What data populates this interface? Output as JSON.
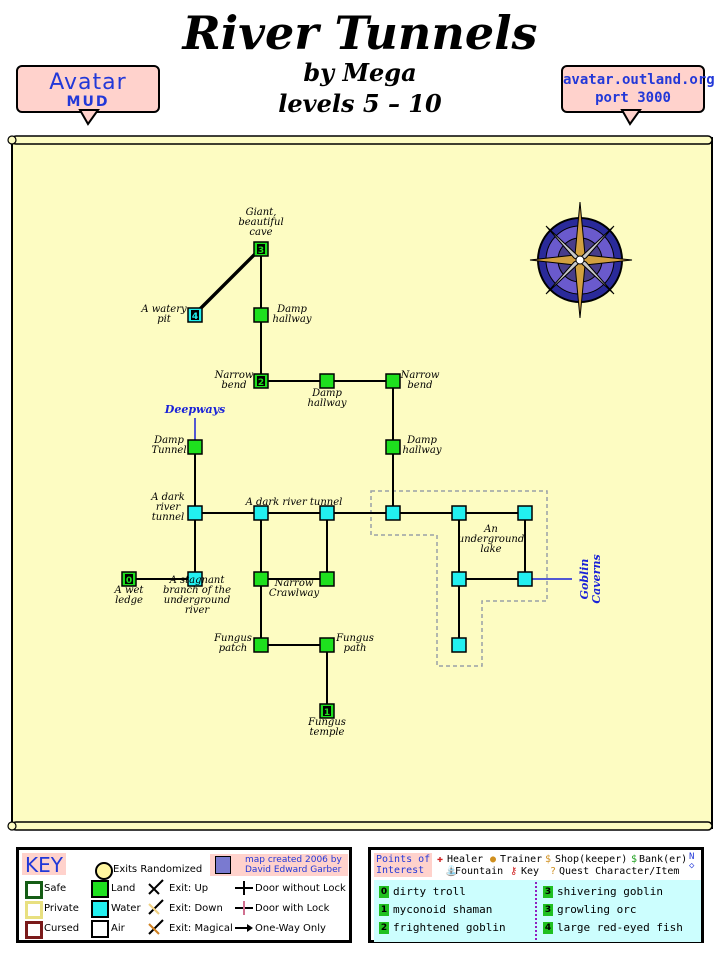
{
  "header": {
    "title": "River Tunnels",
    "author": "by Mega",
    "levels": "levels 5 – 10",
    "logo_line1": "Avatar",
    "logo_line2": "MUD",
    "server_line1": "avatar.outland.org",
    "server_line2": "port 3000"
  },
  "map": {
    "rooms": [
      {
        "label_lines": [
          "Giant,",
          "beautiful",
          "cave"
        ],
        "type": "land",
        "badge": "3"
      },
      {
        "label_lines": [
          "A watery",
          "pit"
        ],
        "type": "water",
        "badge": "4"
      },
      {
        "label_lines": [
          "Damp",
          "hallway"
        ],
        "type": "land",
        "badge": ""
      },
      {
        "label_lines": [
          "Narrow",
          "bend"
        ],
        "type": "land",
        "badge": "2"
      },
      {
        "label_lines": [
          "Damp",
          "hallway"
        ],
        "type": "land",
        "badge": ""
      },
      {
        "label_lines": [
          "Narrow",
          "bend"
        ],
        "type": "land",
        "badge": ""
      },
      {
        "label_lines": [
          "Damp",
          "Tunnel"
        ],
        "type": "land",
        "badge": ""
      },
      {
        "label_lines": [
          "Damp",
          "hallway"
        ],
        "type": "land",
        "badge": ""
      },
      {
        "label_lines": [
          "A dark",
          "river",
          "tunnel"
        ],
        "type": "water",
        "badge": ""
      },
      {
        "label_lines": [
          "A dark river tunnel"
        ],
        "type": "water",
        "badge": ""
      },
      {
        "label_lines": [
          "An",
          "underground",
          "lake"
        ],
        "type": "water",
        "badge": ""
      },
      {
        "label_lines": [
          "A wet",
          "ledge"
        ],
        "type": "land",
        "badge": "0"
      },
      {
        "label_lines": [
          "A stagnant",
          "branch of the",
          "underground",
          "river"
        ],
        "type": "water",
        "badge": ""
      },
      {
        "label_lines": [
          "Narrow",
          "Crawlway"
        ],
        "type": "land",
        "badge": ""
      },
      {
        "label_lines": [
          "Fungus",
          "patch"
        ],
        "type": "land",
        "badge": ""
      },
      {
        "label_lines": [
          "Fungus",
          "path"
        ],
        "type": "land",
        "badge": ""
      },
      {
        "label_lines": [
          "Fungus",
          "temple"
        ],
        "type": "land",
        "badge": "1"
      }
    ],
    "exits": {
      "deepways": "Deepways",
      "goblin_line1": "Goblin",
      "goblin_line2": "Caverns"
    },
    "colors": {
      "land": "#1ee01e",
      "water": "#22f0f0",
      "parchment": "#fdfcc2",
      "exit_text": "#1a22d8"
    }
  },
  "key": {
    "title": "KEY",
    "exits_randomized": "Exits Randomized",
    "credit_line1": "map created 2006 by",
    "credit_line2": "David Edward Garber",
    "safe": "Safe",
    "private": "Private",
    "cursed": "Cursed",
    "land": "Land",
    "water": "Water",
    "air": "Air",
    "exit_up": "Exit: Up",
    "exit_down": "Exit: Down",
    "exit_magical": "Exit: Magical",
    "door_no_lock": "Door without Lock",
    "door_lock": "Door with Lock",
    "one_way": "One-Way Only"
  },
  "poi": {
    "title_line1": "Points of",
    "title_line2": "Interest",
    "healer": "Healer",
    "trainer": "Trainer",
    "shop": "Shop(keeper)",
    "bank": "Bank(er)",
    "fountain": "Fountain",
    "key": "Key",
    "quest": "Quest Character/Item",
    "items": [
      {
        "num": "0",
        "text": "dirty troll"
      },
      {
        "num": "1",
        "text": "myconoid shaman"
      },
      {
        "num": "2",
        "text": "frightened goblin"
      },
      {
        "num": "3",
        "text": "shivering goblin"
      },
      {
        "num": "3",
        "text": "growling orc"
      },
      {
        "num": "4",
        "text": "large red-eyed fish"
      }
    ]
  }
}
